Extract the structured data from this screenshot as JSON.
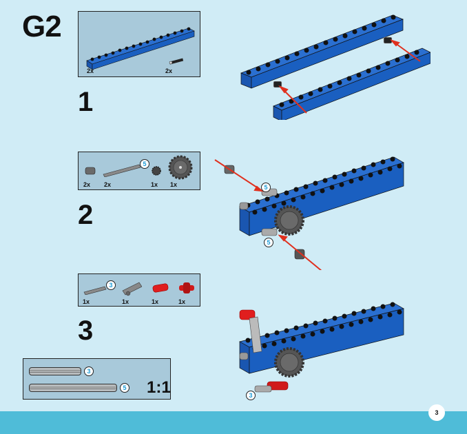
{
  "page": {
    "code": "G2",
    "page_number": "3",
    "colors": {
      "background": "#d0ecf6",
      "partbox": "#a8c9da",
      "footer": "#4fbcd8",
      "brick_blue": "#1a5fc0",
      "arrow_red": "#e0301e",
      "length_label": "#1a9ad6"
    }
  },
  "steps": [
    {
      "number": "1",
      "parts": [
        {
          "name": "beam-1x16",
          "qty": "2x",
          "icon": "blue-technic-beam-icon"
        },
        {
          "name": "friction-pin",
          "qty": "2x",
          "icon": "black-pin-icon"
        }
      ]
    },
    {
      "number": "2",
      "parts": [
        {
          "name": "bush",
          "qty": "2x",
          "icon": "gray-bush-icon"
        },
        {
          "name": "axle",
          "qty": "2x",
          "icon": "axle-icon",
          "length": "5"
        },
        {
          "name": "gear-8",
          "qty": "1x",
          "icon": "small-gear-icon"
        },
        {
          "name": "gear-24",
          "qty": "1x",
          "icon": "large-gear-icon"
        }
      ],
      "callouts": [
        "5",
        "5"
      ]
    },
    {
      "number": "3",
      "parts": [
        {
          "name": "axle",
          "qty": "1x",
          "icon": "axle-icon",
          "length": "3"
        },
        {
          "name": "crank-lever",
          "qty": "1x",
          "icon": "gray-lever-icon"
        },
        {
          "name": "red-connector",
          "qty": "1x",
          "icon": "red-connector-icon"
        },
        {
          "name": "red-cross-block",
          "qty": "1x",
          "icon": "red-cross-block-icon"
        }
      ],
      "callouts": [
        "3"
      ]
    }
  ],
  "scale_box": {
    "ratio": "1:1",
    "axles": [
      {
        "length": "3"
      },
      {
        "length": "5"
      }
    ]
  }
}
